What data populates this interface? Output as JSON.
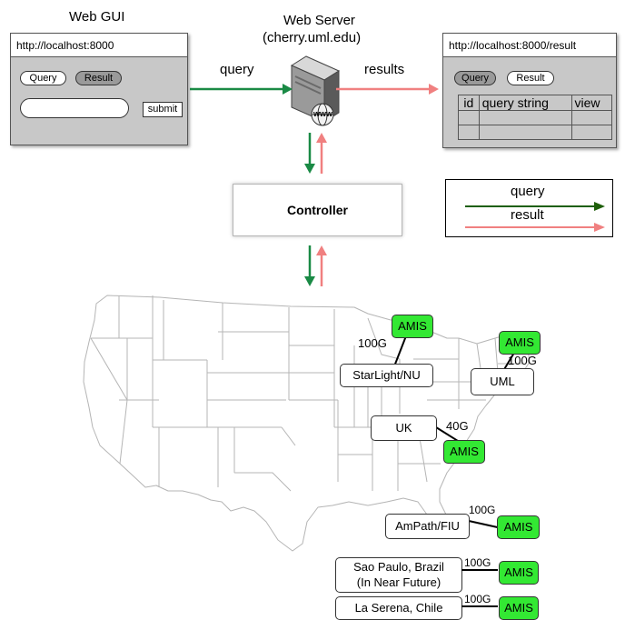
{
  "gui": {
    "title": "Web GUI",
    "url": "http://localhost:8000",
    "query_tab": "Query",
    "result_tab": "Result",
    "submit_label": "submit"
  },
  "server": {
    "title": "Web Server",
    "host": "(cherry.uml.edu)",
    "www_label": "www"
  },
  "arrows": {
    "query": "query",
    "results": "results"
  },
  "result_page": {
    "url": "http://localhost:8000/result",
    "query_tab": "Query",
    "result_tab": "Result",
    "columns": [
      "id",
      "query string",
      "view"
    ],
    "rows": [
      [
        "",
        "",
        ""
      ],
      [
        "",
        "",
        ""
      ]
    ]
  },
  "controller": {
    "label": "Controller"
  },
  "legend": {
    "query": "query",
    "result": "result",
    "query_color": "#1e5f0a",
    "result_color": "#f08080"
  },
  "colors": {
    "query_arrow": "#1a8a45",
    "result_arrow": "#f08080",
    "amis_fill": "#33e833"
  },
  "map": {
    "sites": [
      {
        "name": "StarLight/NU",
        "amis": "AMIS",
        "link": "100G"
      },
      {
        "name": "UML",
        "amis": "AMIS",
        "link": "100G"
      },
      {
        "name": "UK",
        "amis": "AMIS",
        "link": "40G"
      },
      {
        "name": "AmPath/FIU",
        "amis": "AMIS",
        "link": "100G"
      }
    ],
    "remote_sites": [
      {
        "line1": "Sao Paulo, Brazil",
        "line2": "(In Near Future)",
        "amis": "AMIS",
        "link": "100G"
      },
      {
        "line1": "La Serena, Chile",
        "amis": "AMIS",
        "link": "100G"
      }
    ]
  }
}
